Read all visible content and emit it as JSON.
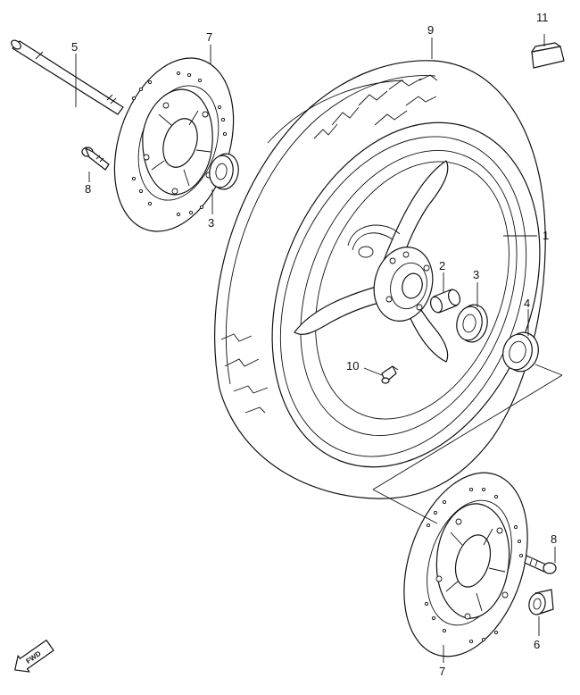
{
  "callouts": {
    "c1": "1",
    "c2": "2",
    "c3a": "3",
    "c3b": "3",
    "c4": "4",
    "c5": "5",
    "c6": "6",
    "c7a": "7",
    "c7b": "7",
    "c8a": "8",
    "c8b": "8",
    "c9": "9",
    "c10": "10",
    "c11": "11"
  },
  "fwd_label": "FWD"
}
